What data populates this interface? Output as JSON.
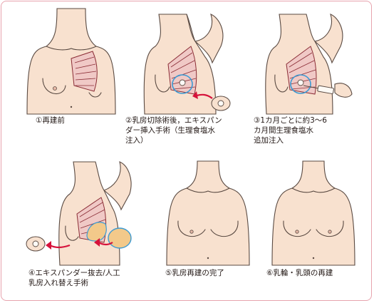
{
  "colors": {
    "frame": "#e7a3ad",
    "skin": "#f8e1cf",
    "outline": "#5a4a42",
    "muscle": "#f0c9c6",
    "muscle_line": "#8a2c35",
    "expander_line": "#3b9ad3",
    "implant": "#f3c98a",
    "arrow": "#d6123b"
  },
  "steps": [
    {
      "caption": "①再建前"
    },
    {
      "caption": "②乳房切除術後，エキスパン\nダー挿入手術（生理食塩水\n注入）"
    },
    {
      "caption": "③1カ月ごとに約3〜6\nカ月間生理食塩水\n追加注入"
    },
    {
      "caption": "④エキスパンダー抜去/人工\n乳房入れ替え手術"
    },
    {
      "caption": "⑤乳房再建の完了"
    },
    {
      "caption": "⑥乳輪・乳頭の再建"
    }
  ]
}
